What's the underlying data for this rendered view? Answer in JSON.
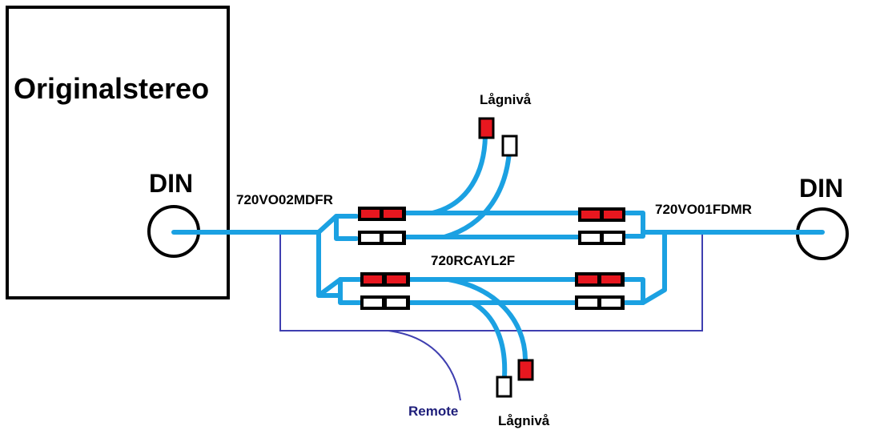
{
  "labels": {
    "device": "Originalstereo",
    "din_left": "DIN",
    "din_right": "DIN",
    "part_left": "720VO02MDFR",
    "part_right": "720VO01FDMR",
    "part_center": "720RCAYL2F",
    "low_level_top": "Lågnivå",
    "low_level_bottom": "Lågnivå",
    "remote": "Remote"
  },
  "colors": {
    "cable": "#1ba1e2",
    "remote_wire": "#3f3fb0",
    "connector_red": "#e8171f",
    "outline": "#000000"
  }
}
